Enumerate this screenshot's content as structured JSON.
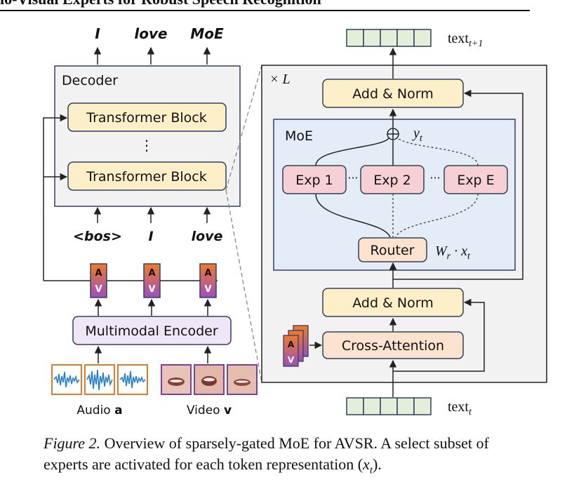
{
  "header": {
    "title": "io-Visual Experts for Robust Speech Recognition"
  },
  "decoder": {
    "outputs": [
      "I",
      "love",
      "MoE"
    ],
    "title": "Decoder",
    "block_label": "Transformer Block",
    "ellipsis": "⋮",
    "inputs": [
      "<bos>",
      "I",
      "love"
    ]
  },
  "av_token": {
    "a": "A",
    "v": "V"
  },
  "encoder": {
    "label": "Multimodal Encoder"
  },
  "audio": {
    "label_prefix": "Audio ",
    "label_var": "a"
  },
  "video": {
    "label_prefix": "Video ",
    "label_var": "v"
  },
  "layer": {
    "repeat": "× L",
    "add_norm_top": "Add & Norm",
    "add_norm_bottom": "Add & Norm",
    "cross_attention": "Cross-Attention",
    "text_out": "text",
    "text_out_sub": "t+1",
    "text_in": "text",
    "text_in_sub": "t"
  },
  "moe": {
    "title": "MoE",
    "sum_label": "y",
    "sum_sub": "t",
    "experts": [
      "Exp 1",
      "Exp 2",
      "Exp E"
    ],
    "dots": "···",
    "router": "Router",
    "router_eq": "W",
    "router_eq_sub": "r",
    "router_eq_rest": " · x",
    "router_eq_sub2": "t"
  },
  "caption": {
    "figure": "Figure 2.",
    "text": " Overview of sparsely-gated MoE for AVSR. A select subset of experts are activated for each token representation (",
    "var": "x",
    "var_sub": "t",
    "end": ")."
  },
  "colors": {
    "block_fill": "#fdf0c8",
    "panel_fill": "#f2f2f2",
    "moe_fill": "#e3ecf7",
    "expert_fill": "#f7d0d4",
    "router_fill": "#fbe3cf",
    "encoder_fill": "#efe6f8",
    "token_fill": "#e3efd9",
    "stroke": "#33415c",
    "audio_border": "#e07a2e",
    "video_border": "#7b3fa3"
  }
}
